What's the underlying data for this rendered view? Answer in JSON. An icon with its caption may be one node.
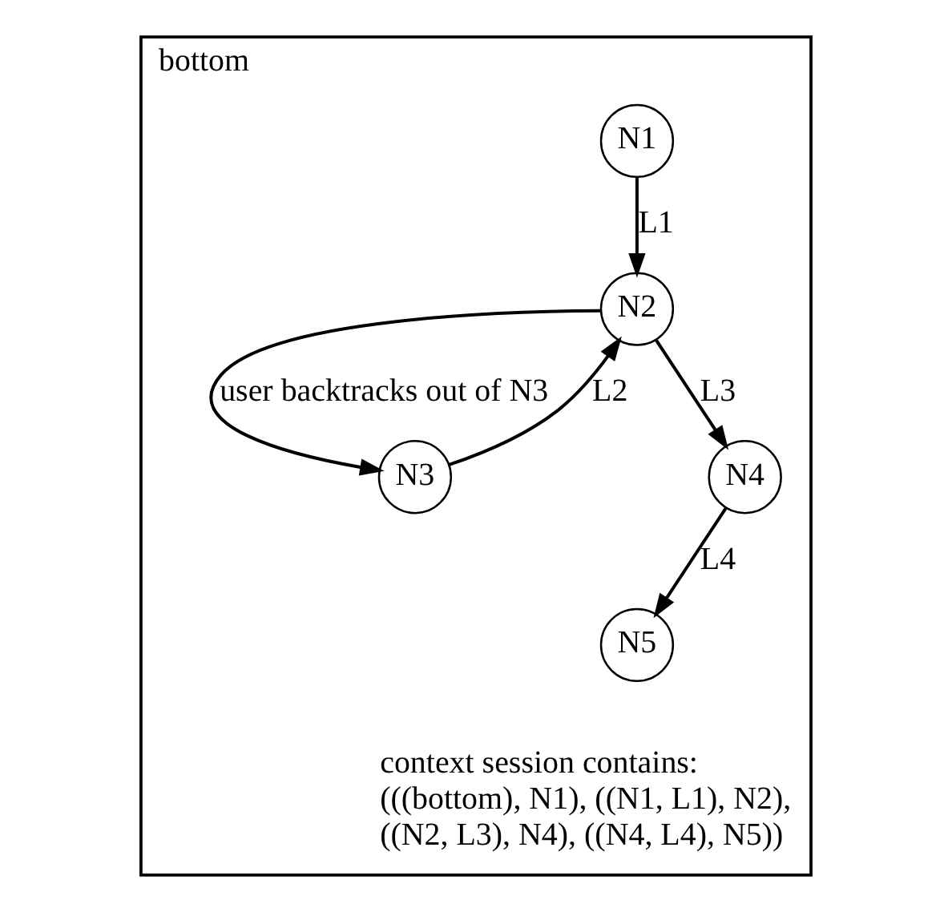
{
  "diagram": {
    "nodes": [
      {
        "text": [
          "bottom"
        ]
      },
      {
        "text": [
          "N1"
        ],
        "in": 0
      },
      {
        "text": [
          "N2"
        ],
        "in": 0
      },
      {
        "text": [
          "N3"
        ],
        "in": 0
      },
      {
        "text": [
          "N4"
        ],
        "in": 0
      },
      {
        "text": [
          "N5"
        ],
        "in": 0
      }
    ],
    "edges": [
      {
        "from": 1,
        "to": 2,
        "arrow": "to",
        "label": "L1"
      },
      {
        "from": 2,
        "to": 3,
        "arrow": "to",
        "label": "user backtracks out of N3"
      },
      {
        "from": 3,
        "to": 2,
        "arrow": "to",
        "label": "L2"
      },
      {
        "from": 2,
        "to": 4,
        "arrow": "to",
        "label": "L3"
      },
      {
        "from": 4,
        "to": 5,
        "arrow": "to",
        "label": "L4"
      }
    ],
    "labels": [
      "context session contains: (((bottom), N1), ((N1, L1), N2), ((N2, L3), N4), ((N4, L4), N5))"
    ]
  }
}
